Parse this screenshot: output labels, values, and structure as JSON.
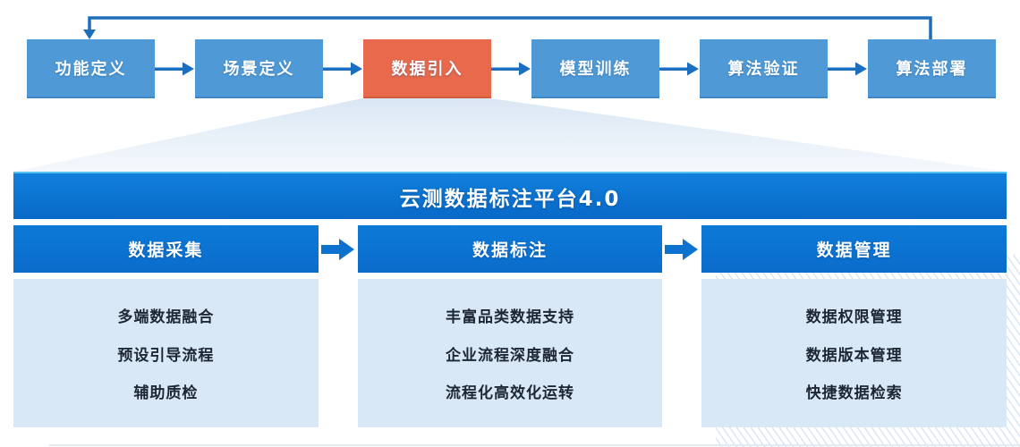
{
  "pipeline": {
    "steps": [
      {
        "label": "功能定义"
      },
      {
        "label": "场景定义"
      },
      {
        "label": "数据引入",
        "highlight": true
      },
      {
        "label": "模型训练"
      },
      {
        "label": "算法验证"
      },
      {
        "label": "算法部署"
      }
    ]
  },
  "platform": {
    "title": "云测数据标注平台4.0",
    "columns": [
      {
        "title": "数据采集",
        "items": [
          "多端数据融合",
          "预设引导流程",
          "辅助质检"
        ]
      },
      {
        "title": "数据标注",
        "items": [
          "丰富品类数据支持",
          "企业流程深度融合",
          "流程化高效化运转"
        ]
      },
      {
        "title": "数据管理",
        "items": [
          "数据权限管理",
          "数据版本管理",
          "快捷数据检索"
        ]
      }
    ]
  },
  "colors": {
    "step_blue": "#4f9ad6",
    "step_highlight_orange": "#e8694b",
    "flow_arrow_blue": "#1a6fc0",
    "panel_header_blue": "#0b72d0",
    "content_box_light_blue": "#d9e8f6",
    "item_text": "#1d2733"
  }
}
